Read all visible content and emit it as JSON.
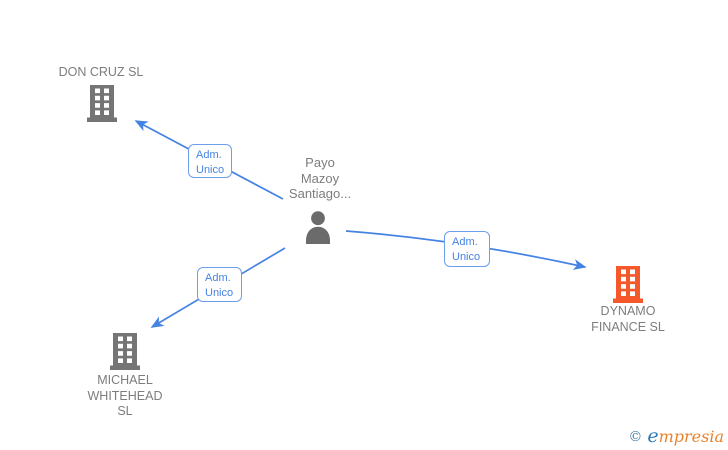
{
  "diagram": {
    "person": {
      "name_lines": [
        "Payo",
        "Mazoy",
        "Santiago..."
      ]
    },
    "companies": [
      {
        "name": "DON CRUZ SL",
        "label_lines": [
          "DON CRUZ SL"
        ]
      },
      {
        "name": "DYNAMO FINANCE SL",
        "label_lines": [
          "DYNAMO",
          "FINANCE SL"
        ]
      },
      {
        "name": "MICHAEL WHITEHEAD SL",
        "label_lines": [
          "MICHAEL",
          "WHITEHEAD",
          "SL"
        ]
      }
    ],
    "edges": [
      {
        "from": "Payo Mazoy Santiago...",
        "to": "DON CRUZ SL",
        "label_lines": [
          "Adm.",
          "Unico"
        ]
      },
      {
        "from": "Payo Mazoy Santiago...",
        "to": "MICHAEL WHITEHEAD SL",
        "label_lines": [
          "Adm.",
          "Unico"
        ]
      },
      {
        "from": "Payo Mazoy Santiago...",
        "to": "DYNAMO FINANCE SL",
        "label_lines": [
          "Adm.",
          "Unico"
        ]
      }
    ]
  },
  "footer": {
    "copyright_symbol": "©",
    "brand_first_letter": "e",
    "brand_rest": "mpresia"
  },
  "colors": {
    "edge": "#4583e3",
    "edge-label-border": "#6d9eeb",
    "edge-label-text": "#4583e3",
    "node-label": "#7d7d7d",
    "building-gray": "#757575",
    "building-orange": "#f4582b",
    "person-gray": "#6b6b6b",
    "copyright": "#4a7d9e",
    "brand-blue": "#2d7cb5",
    "brand-orange": "#e8832c"
  }
}
